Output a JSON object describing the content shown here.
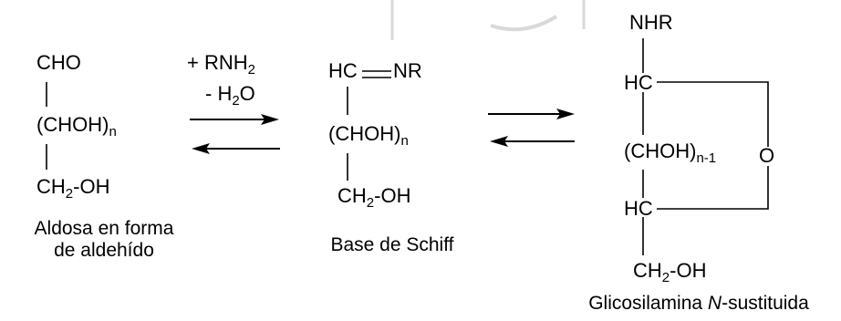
{
  "aldose": {
    "cho": "CHO",
    "chain_main": "(CHOH)",
    "chain_sub": "n",
    "end_ch": "CH",
    "end_sub": "2",
    "end_oh": "-OH",
    "caption_line1": "Aldosa en forma",
    "caption_line2": "de aldehído"
  },
  "reagents": {
    "add_main": "+ RNH",
    "add_sub": "2",
    "remove_main": "- H",
    "remove_sub": "2",
    "remove_tail": "O"
  },
  "schiff": {
    "hc": "HC",
    "nr": "NR",
    "chain_main": "(CHOH)",
    "chain_sub": "n",
    "end_ch": "CH",
    "end_sub": "2",
    "end_oh": "-OH",
    "caption": "Base de Schiff"
  },
  "glycosylamine": {
    "nhr": "NHR",
    "hc_top": "HC",
    "chain_main": "(CHOH)",
    "chain_sub": "n-1",
    "ring_o": "O",
    "hc_bottom": "HC",
    "end_ch": "CH",
    "end_sub": "2",
    "end_oh": "-OH",
    "caption_start": "Glicosilamina ",
    "caption_italic": "N",
    "caption_end": "-sustituida"
  }
}
